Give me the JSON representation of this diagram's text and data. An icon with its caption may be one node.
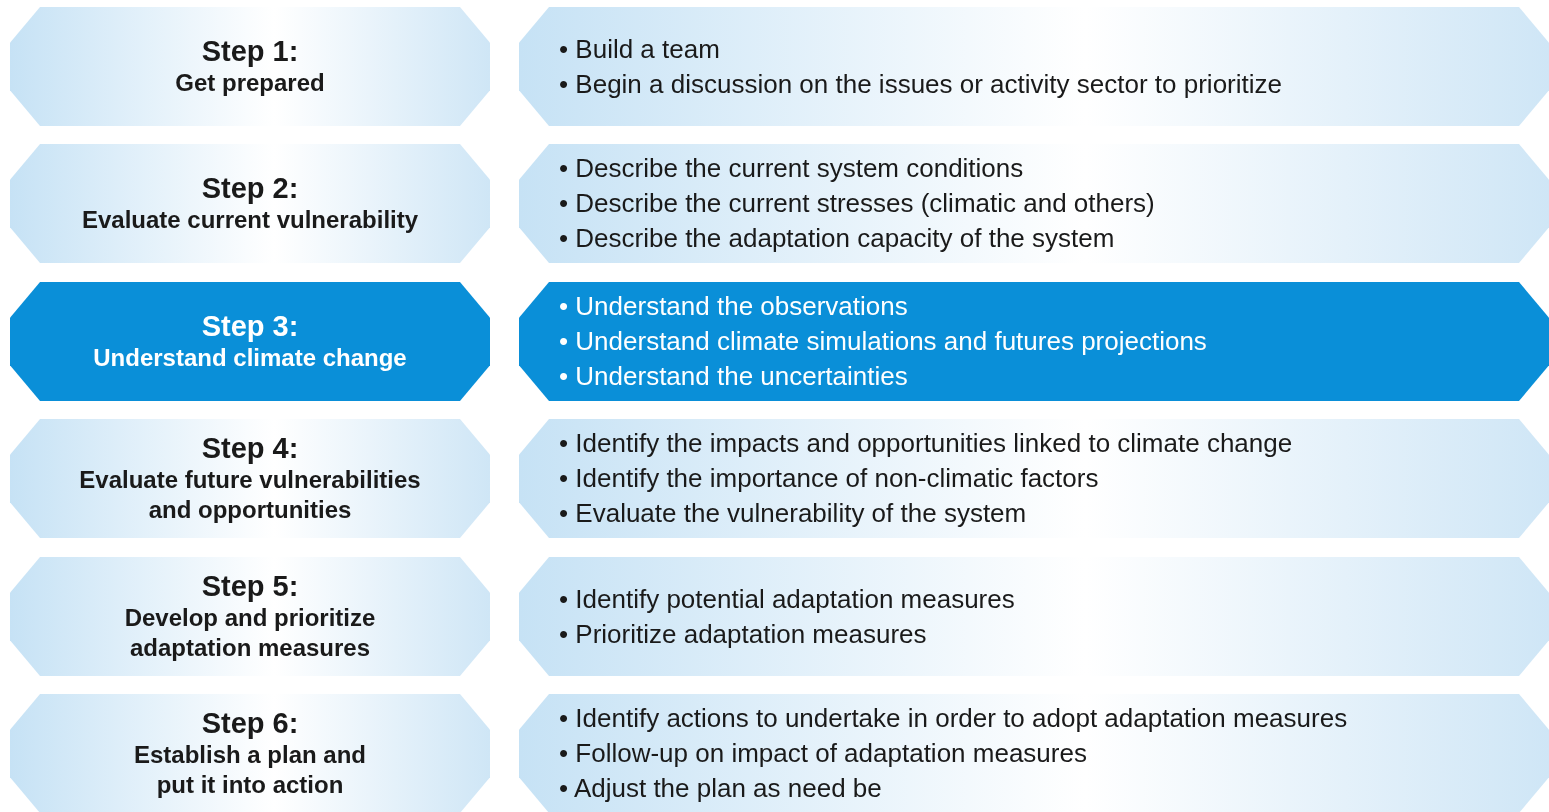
{
  "diagram": {
    "nodes": [
      {
        "text": [
          "Step 1:",
          "Get prepared"
        ]
      },
      {
        "text": [
          "• Build a team",
          "• Begin a discussion on the issues or activity sector to prioritize"
        ]
      },
      {
        "text": [
          "Step 2:",
          "Evaluate current vulnerability"
        ]
      },
      {
        "text": [
          "• Describe the current system conditions",
          "• Describe the current stresses (climatic and others)",
          "• Describe the adaptation capacity of the system"
        ]
      },
      {
        "text": [
          "Step 3:",
          "Understand climate change"
        ]
      },
      {
        "text": [
          "• Understand the observations",
          "• Understand climate simulations and futures projections",
          "• Understand the uncertainties"
        ]
      },
      {
        "text": [
          "Step 4:",
          "Evaluate future vulnerabilities and opportunities"
        ]
      },
      {
        "text": [
          "• Identify the impacts and opportunities linked to climate change",
          "• Identify the importance of non-climatic factors",
          "• Evaluate the vulnerability of the system"
        ]
      },
      {
        "text": [
          "Step 5:",
          "Develop and prioritize adaptation measures"
        ]
      },
      {
        "text": [
          "• Identify potential adaptation measures",
          "• Prioritize adaptation measures"
        ]
      },
      {
        "text": [
          "Step 6:",
          "Establish a plan and put it into action"
        ]
      },
      {
        "text": [
          "• Identify actions to undertake in order to adopt adaptation measures",
          "• Follow-up on impact of adaptation measures",
          "• Adjust the plan as need be"
        ]
      }
    ]
  }
}
